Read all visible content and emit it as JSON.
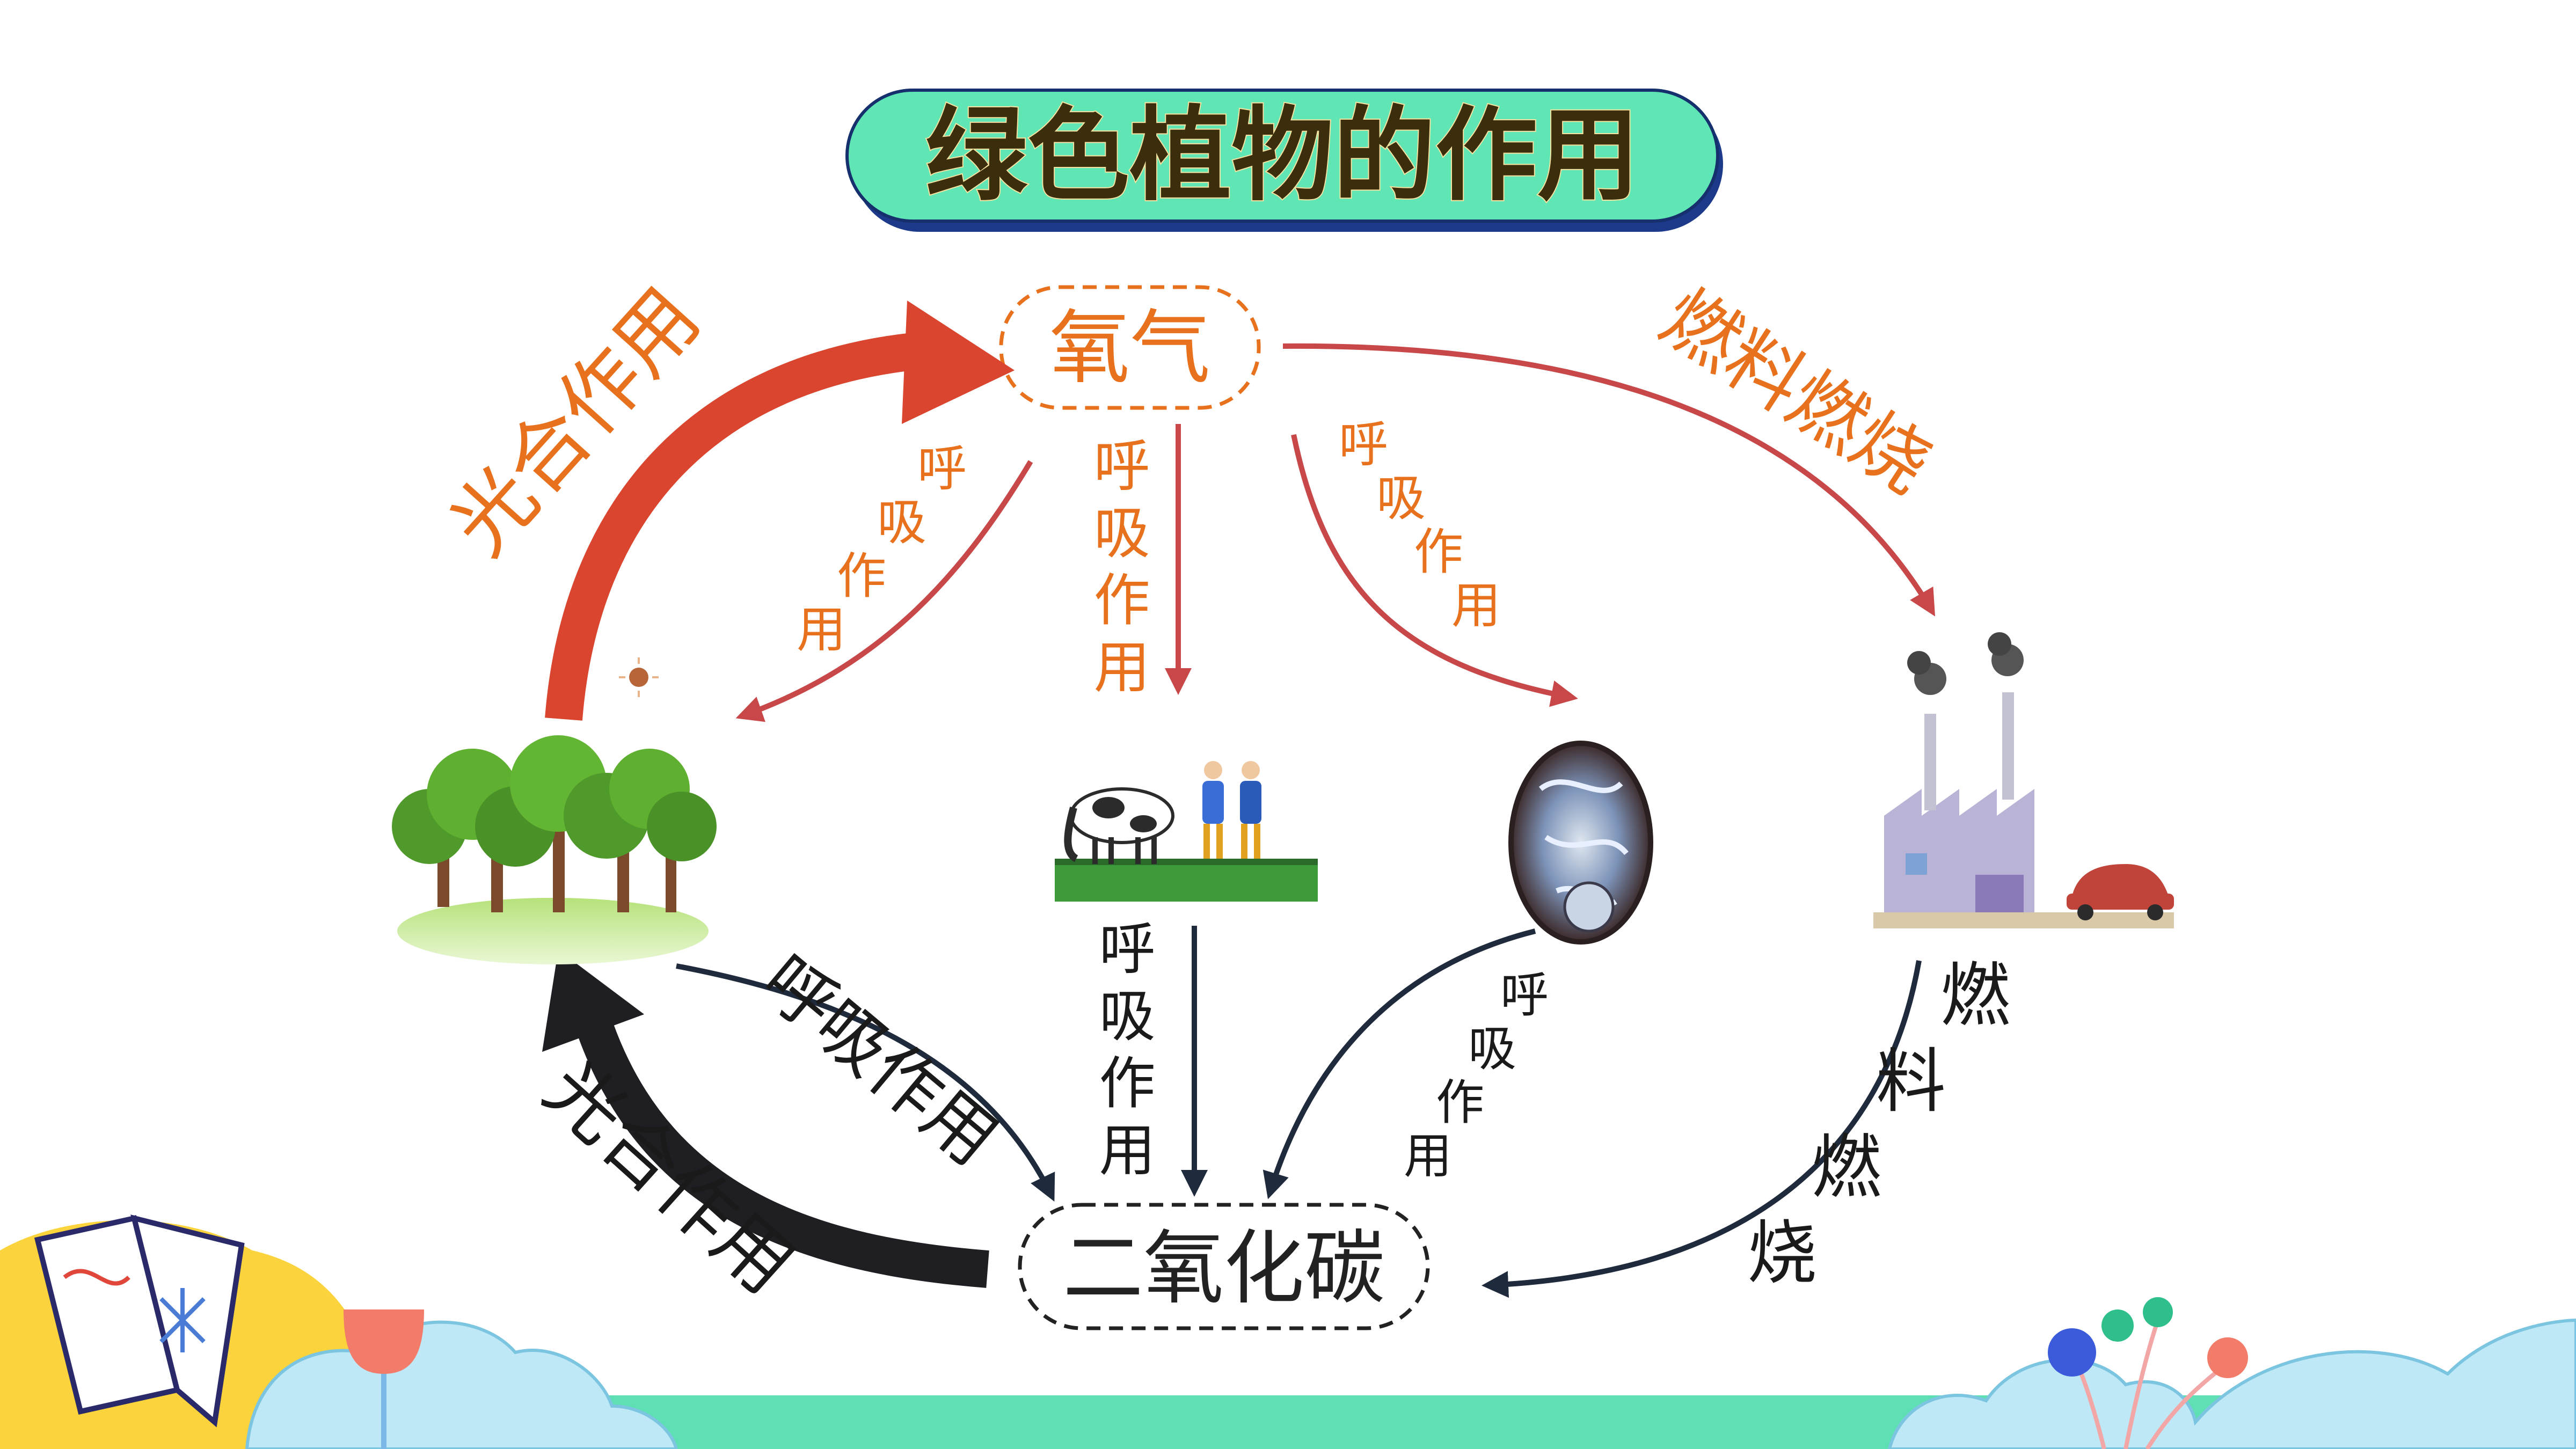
{
  "title": "绿色植物的作用",
  "nodes": {
    "oxygen": "氧气",
    "co2": "二氧化碳"
  },
  "labels": {
    "top_photosynthesis": "光合作用",
    "top_fuel_burning": "燃料燃烧",
    "top_resp_left": "呼吸作用",
    "top_resp_mid": "呼吸作用",
    "top_resp_right": "呼吸作用",
    "bottom_photosynthesis": "光合作用",
    "bottom_resp_left": "呼吸作用",
    "bottom_resp_mid": "呼吸作用",
    "bottom_resp_right": "呼吸作用",
    "bottom_fuel_burning": "燃料燃烧"
  },
  "colors": {
    "title_fill": "#5fe6b4",
    "title_shadow": "#1d3a8a",
    "title_text": "#3a2e0c",
    "oxygen_text": "#e8711e",
    "red_arrow": "#d9452e",
    "thin_red_arrow": "#c8484a",
    "dark_arrow": "#1f2a3c",
    "deco_blue": "#bfe8f6",
    "deco_yellow": "#fbd33c",
    "deco_green": "#5fe0b4"
  },
  "icons": [
    "trees-illustration",
    "cow-and-people-illustration",
    "microbes-illustration",
    "factory-and-car-illustration",
    "sun-icon",
    "open-book-icon"
  ]
}
